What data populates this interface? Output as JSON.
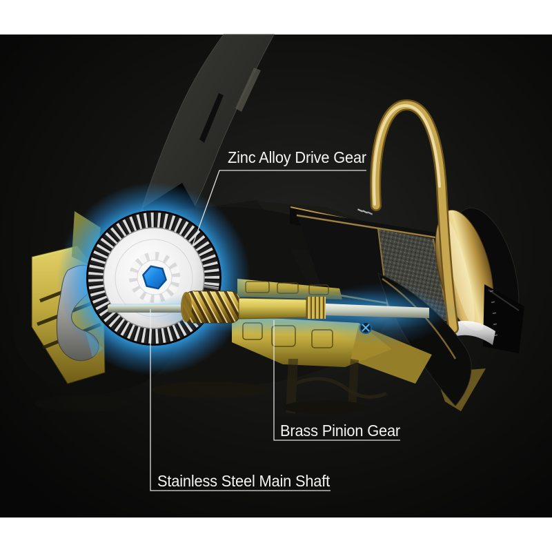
{
  "figure": {
    "kind": "annotated product photo",
    "subject": "Spinning fishing reel cutaway showing internal gearing glowing blue",
    "frame_band_color": "#ffffff",
    "photo_background": "#0c0c0c"
  },
  "callouts": [
    {
      "id": "drive-gear",
      "label": "Zinc Alloy Drive Gear",
      "points_to": "large toothed drive gear"
    },
    {
      "id": "pinion-gear",
      "label": "Brass Pinion Gear",
      "points_to": "brass worm pinion on the shaft"
    },
    {
      "id": "main-shaft",
      "label": "Stainless Steel Main Shaft",
      "points_to": "silver main shaft"
    }
  ],
  "colors": {
    "label_text": "#f4f4f4",
    "leader_line": "#eaeaea",
    "glow_blue": "#2f9fe8",
    "hex_nut_blue": "#1e88e5",
    "gear_disc_white": "#ececec",
    "brass_gold": "#c9a85c",
    "body_yellow": "#c0aa3e",
    "bail_gold": "#c8a751",
    "reel_body_dark": "#23231f",
    "shaft_silver": "#c3cabb"
  }
}
